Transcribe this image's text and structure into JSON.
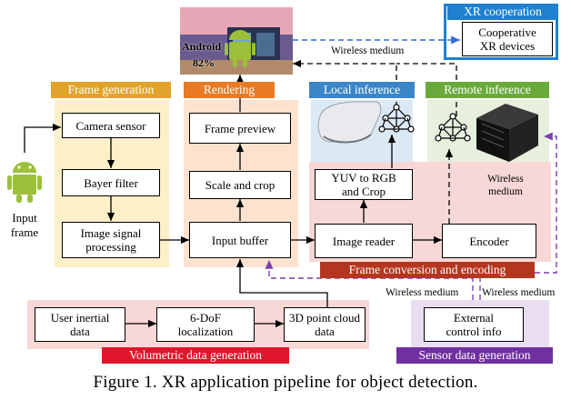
{
  "phone": {
    "brand": "Android",
    "battery": "82%"
  },
  "input": {
    "label_line1": "Input",
    "label_line2": "frame"
  },
  "sections": {
    "frame_generation": "Frame generation",
    "rendering": "Rendering",
    "local_inference": "Local inference",
    "remote_inference": "Remote inference",
    "xr_cooperation": "XR cooperation",
    "frame_conversion": "Frame conversion and encoding",
    "volumetric": "Volumetric data generation",
    "sensor": "Sensor data generation"
  },
  "boxes": {
    "camera_sensor": "Camera sensor",
    "bayer_filter": "Bayer filter",
    "isp_line1": "Image signal",
    "isp_line2": "processing",
    "frame_preview": "Frame preview",
    "scale_crop": "Scale and crop",
    "input_buffer": "Input buffer",
    "yuv_line1": "YUV to RGB",
    "yuv_line2": "and Crop",
    "image_reader": "Image reader",
    "encoder": "Encoder",
    "coop_line1": "Cooperative",
    "coop_line2": "XR devices",
    "inertial_line1": "User inertial",
    "inertial_line2": "data",
    "dof_line1": "6-DoF",
    "dof_line2": "localization",
    "cloud_line1": "3D point cloud",
    "cloud_line2": "data",
    "ext_line1": "External",
    "ext_line2": "control info"
  },
  "labels": {
    "wireless_top": "Wireless medium",
    "wireless_right_line1": "Wireless",
    "wireless_right_line2": "medium",
    "wireless_bottom_left": "Wireless medium",
    "wireless_bottom_right": "Wireless medium"
  },
  "caption": "Figure 1.  XR application pipeline for object detection.",
  "colors": {
    "frame_generation": "#e2a32a",
    "rendering": "#e87a24",
    "local_inference": "#3a86c8",
    "remote_inference": "#6aaa3a",
    "xr_cooperation": "#1f80d0",
    "frame_conversion": "#b5361e",
    "volumetric": "#e0172c",
    "sensor": "#7030a0",
    "dashed_blue": "#2f6fd6",
    "dashed_purple": "#7d3fb0"
  }
}
